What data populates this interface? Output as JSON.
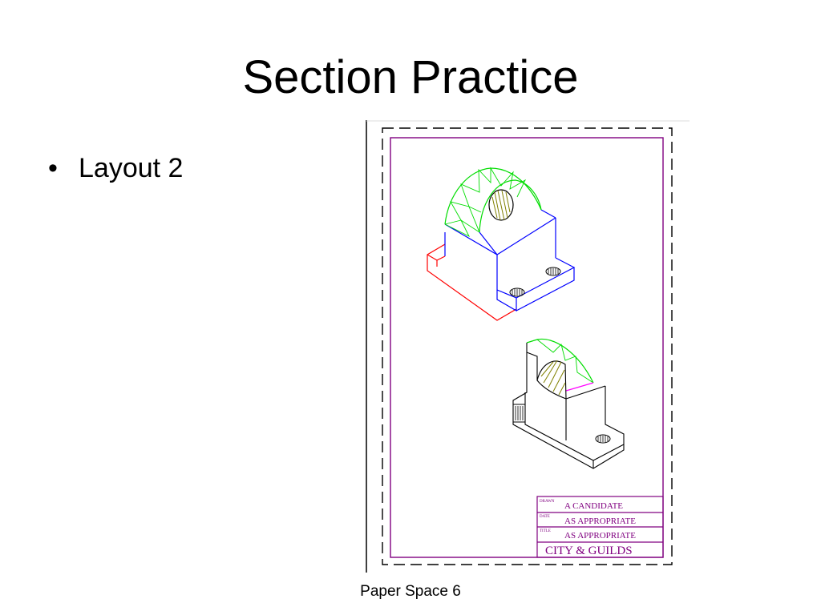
{
  "slide": {
    "title": "Section Practice",
    "bullets": [
      {
        "marker": "•",
        "text": "Layout 2"
      }
    ],
    "footer": "Paper Space 6"
  },
  "drawing": {
    "title_block": {
      "rows": [
        {
          "label": "DRAWN",
          "value": "A CANDIDATE"
        },
        {
          "label": "DATE",
          "value": "AS APPROPRIATE"
        },
        {
          "label": "TITLE",
          "value": "AS APPROPRIATE"
        }
      ],
      "footer": "CITY & GUILDS"
    },
    "colors": {
      "border_frame": "#800080",
      "dashed_viewport": "#000000",
      "red_edges": "#ff0000",
      "blue_edges": "#0000ff",
      "green_edges": "#00dd00",
      "hatch": "#808000",
      "magenta_edge": "#ff00ff"
    }
  }
}
